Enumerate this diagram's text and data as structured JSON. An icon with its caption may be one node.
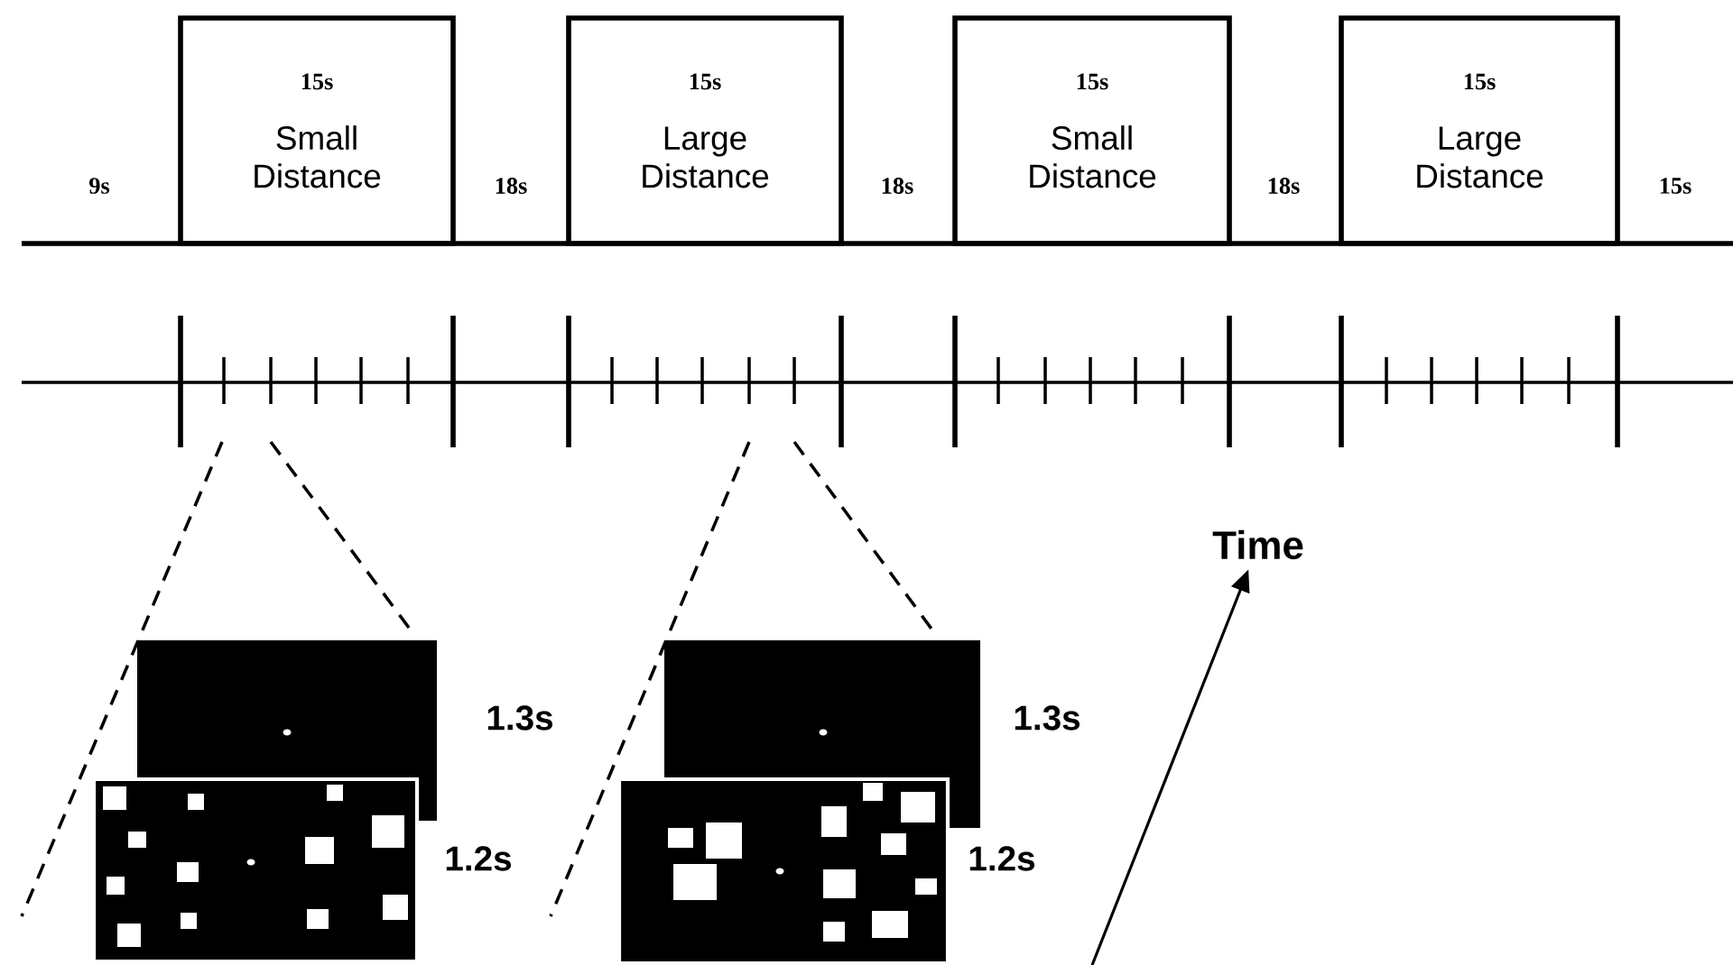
{
  "diagram": {
    "nodes": [
      {
        "text": [
          "15s",
          "Small Distance"
        ]
      },
      {
        "text": [
          "15s",
          "Large Distance"
        ]
      },
      {
        "text": [
          "15s",
          "Small Distance"
        ]
      },
      {
        "text": [
          "15s",
          "Large Distance"
        ]
      },
      {
        "text": [],
        "shape": "picture",
        "beside": [
          "1.3s"
        ]
      },
      {
        "text": [],
        "shape": "picture",
        "beside": [
          "1.2s"
        ]
      },
      {
        "text": [],
        "shape": "picture",
        "beside": [
          "1.3s"
        ]
      },
      {
        "text": [],
        "shape": "picture",
        "beside": [
          "1.2s"
        ]
      },
      {
        "text": [
          "Time"
        ]
      }
    ],
    "edges": [
      {
        "from": null,
        "to": 8,
        "arrow": "to"
      }
    ],
    "labels": [
      "9s",
      "18s",
      "18s",
      "18s",
      "15s"
    ]
  }
}
